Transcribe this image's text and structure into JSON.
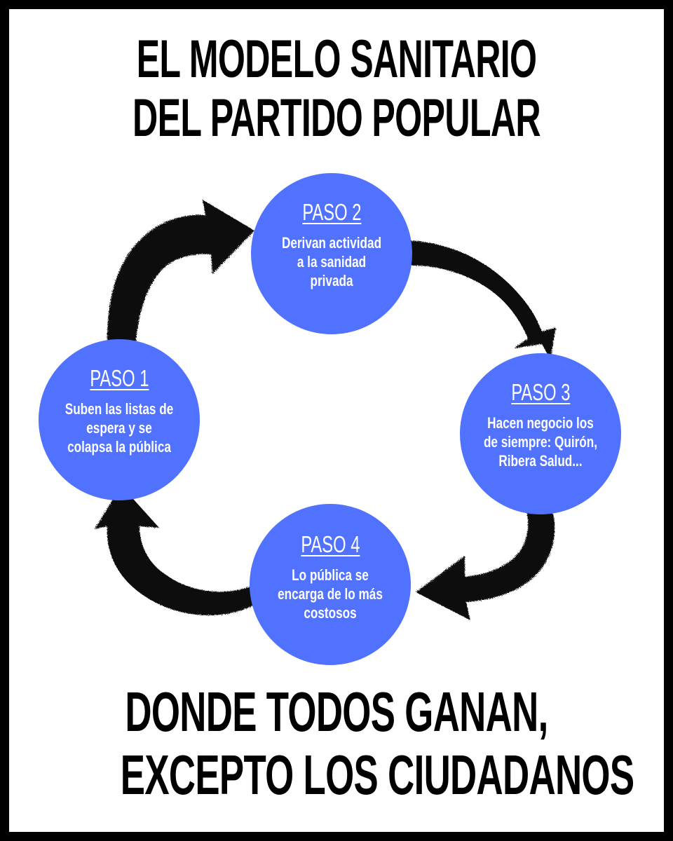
{
  "title": {
    "line1": "EL MODELO SANITARIO",
    "line2": "DEL PARTIDO POPULAR"
  },
  "steps": [
    {
      "label": "PASO 1",
      "lines": [
        "Suben las listas de",
        "espera y se",
        "colapsa la pública"
      ]
    },
    {
      "label": "PASO 2",
      "lines": [
        "Derivan actividad",
        "a la sanidad",
        "privada"
      ]
    },
    {
      "label": "PASO 3",
      "lines": [
        "Hacen negocio los",
        "de siempre: Quirón,",
        "Ribera Salud..."
      ]
    },
    {
      "label": "PASO 4",
      "lines": [
        "Lo pública se",
        "encarga de lo más",
        "costosos"
      ]
    }
  ],
  "footer": {
    "line1": "DONDE TODOS GANAN,",
    "line2": "EXCEPTO LOS CIUDADANOS"
  },
  "colors": {
    "frame": "#000000",
    "background": "#ffffff",
    "circle": "#5072ff",
    "arrow": "#111111"
  },
  "icons": [
    "curved-arrow-icon"
  ]
}
